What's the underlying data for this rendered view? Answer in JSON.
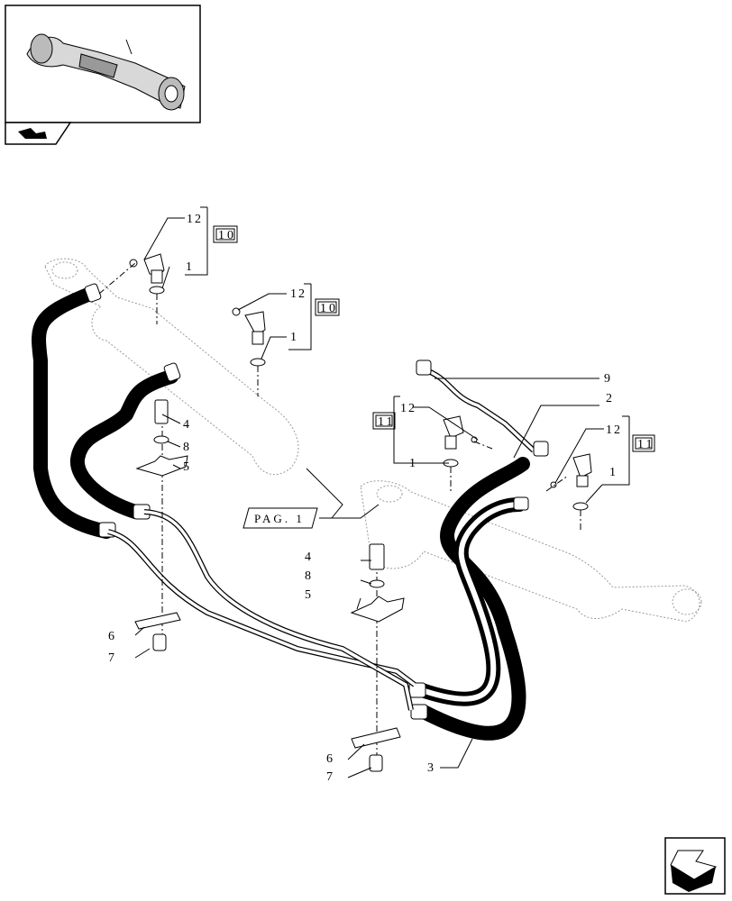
{
  "callouts": {
    "c1": "1",
    "c2": "2",
    "c3": "3",
    "c4": "4",
    "c5": "5",
    "c6": "6",
    "c7": "7",
    "c8": "8",
    "c9": "9",
    "c10": "10",
    "c11": "11",
    "c12": "12"
  },
  "page_ref": "PAG. 1",
  "icons": {
    "thumbnail": "axle-thumbnail-icon",
    "section": "section-tag-icon",
    "next": "next-page-arrow-icon"
  },
  "colors": {
    "ink": "#000000",
    "ghost": "#9a9a9a"
  }
}
